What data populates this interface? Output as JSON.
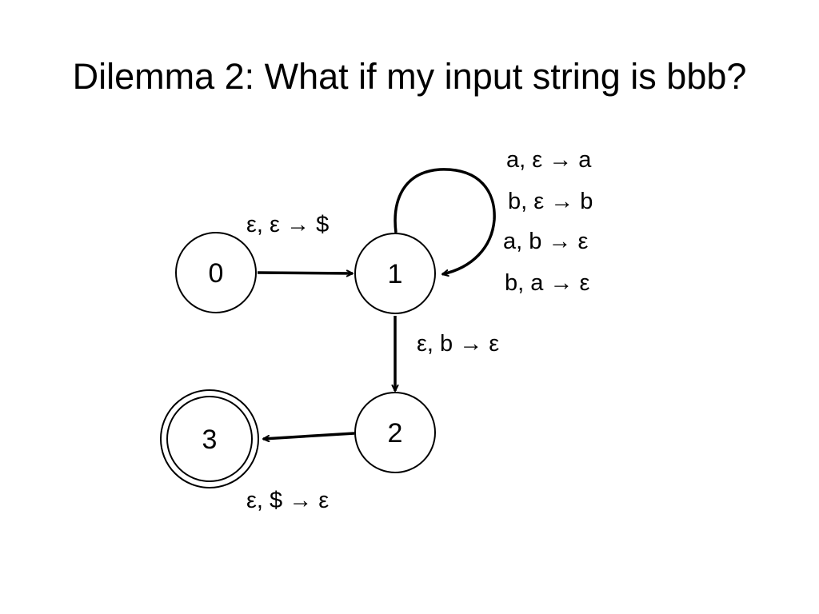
{
  "title": "Dilemma 2:  What if my input string is bbb?",
  "states": [
    {
      "id": "0",
      "label": "0",
      "accepting": false
    },
    {
      "id": "1",
      "label": "1",
      "accepting": false
    },
    {
      "id": "2",
      "label": "2",
      "accepting": false
    },
    {
      "id": "3",
      "label": "3",
      "accepting": true
    }
  ],
  "transitions": {
    "t01": "ε, ε → $",
    "self_loop": [
      "a, ε → a",
      "b, ε → b",
      "a, b → ε",
      "b, a → ε"
    ],
    "t12": "ε, b → ε",
    "t23": "ε, $ → ε"
  }
}
